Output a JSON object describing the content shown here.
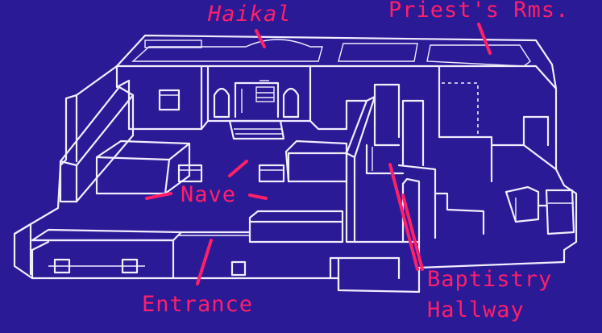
{
  "labels": {
    "haikal": "Haikal",
    "priests_rooms": "Priest's Rms.",
    "nave": "Nave",
    "entrance": "Entrance",
    "baptistry": "Baptistry",
    "hallway": "Hallway"
  },
  "colors": {
    "background": "#2a1a96",
    "lines": "#f2ecff",
    "labels": "#ff1f6a"
  }
}
